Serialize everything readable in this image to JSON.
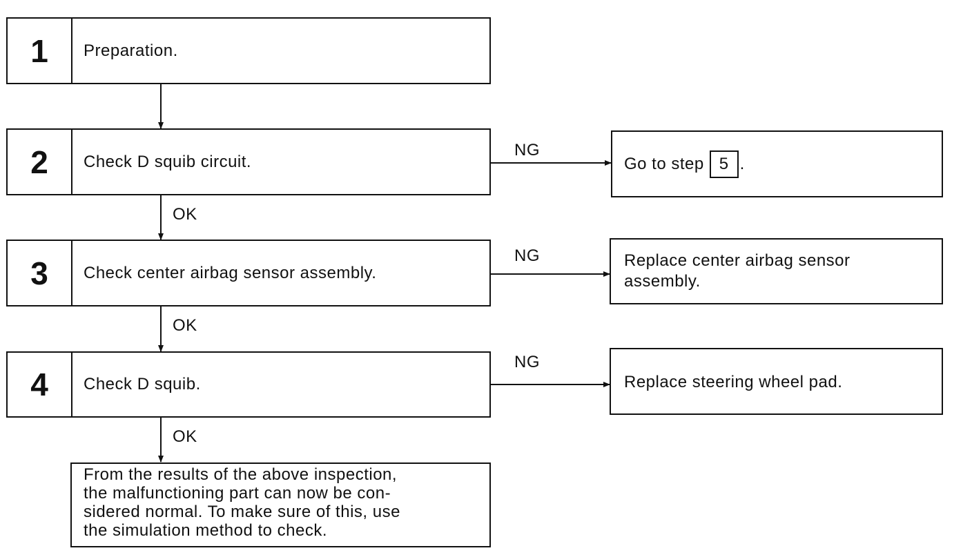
{
  "steps": [
    {
      "number": "1",
      "text": "Preparation."
    },
    {
      "number": "2",
      "text": "Check D squib circuit."
    },
    {
      "number": "3",
      "text": "Check center airbag sensor assembly."
    },
    {
      "number": "4",
      "text": "Check D squib."
    }
  ],
  "branch_labels": {
    "ok": "OK",
    "ng": "NG"
  },
  "results": {
    "step2_ng": {
      "prefix": "Go to step",
      "step_ref": "5",
      "suffix": "."
    },
    "step3_ng": {
      "line1": "Replace center airbag sensor",
      "line2": "assembly."
    },
    "step4_ng": {
      "line1": "Replace steering wheel pad."
    }
  },
  "final_note": {
    "line1": "From the results of the above inspection,",
    "line2": "the malfunctioning part can now be con-",
    "line3": "sidered normal. To make sure of this, use",
    "line4": "the simulation method to check."
  }
}
